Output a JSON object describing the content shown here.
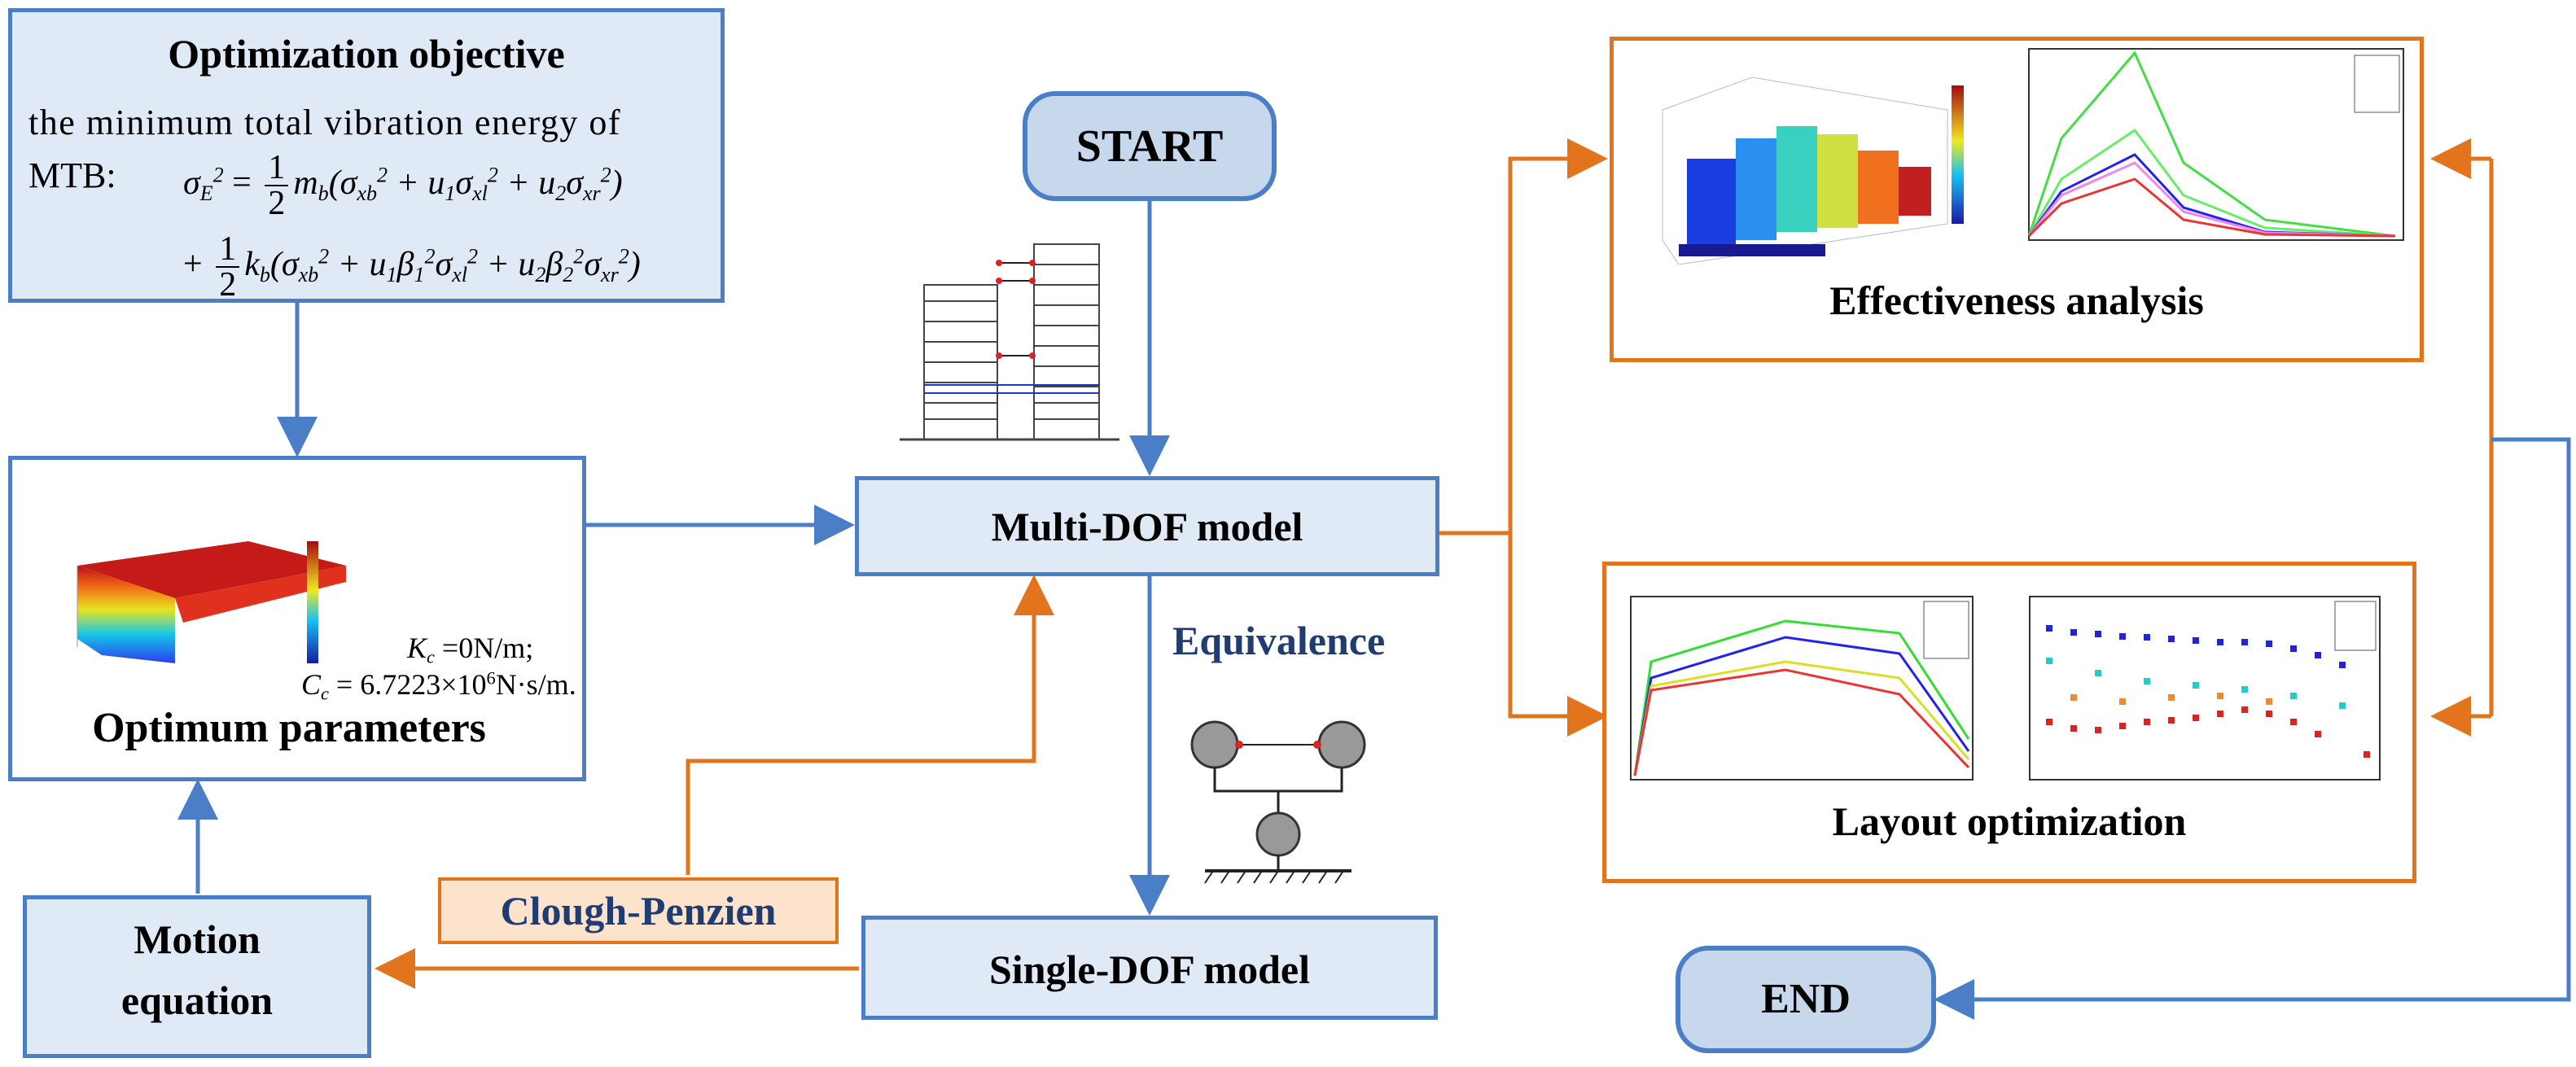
{
  "objective": {
    "title": "Optimization objective",
    "desc_line1": "the minimum total vibration energy of",
    "desc_line2": "MTB:"
  },
  "formula": {
    "sigma_E2": "σ",
    "half_num": "1",
    "half_den": "2"
  },
  "optimum": {
    "title": "Optimum parameters",
    "kc": "K",
    "kc_sub": "c",
    "kc_val": " =0N/m;",
    "cc": "C",
    "cc_sub": "c",
    "cc_val": " = 6.7223×10",
    "cc_exp": "6",
    "cc_unit": "N·s/m."
  },
  "motion": {
    "line1": "Motion",
    "line2": "equation"
  },
  "start": {
    "label": "START"
  },
  "end": {
    "label": "END"
  },
  "multi": {
    "label": "Multi-DOF model"
  },
  "single": {
    "label": "Single-DOF model"
  },
  "equivalence": {
    "label": "Equivalence"
  },
  "clough": {
    "label": "Clough-Penzien"
  },
  "effectiveness": {
    "label": "Effectiveness analysis"
  },
  "layout": {
    "label": "Layout optimization"
  },
  "colors": {
    "blue_border": "#4a7ec7",
    "blue_fill": "#dfeaf6",
    "orange": "#e2741e",
    "text_blue": "#1f3d73"
  }
}
